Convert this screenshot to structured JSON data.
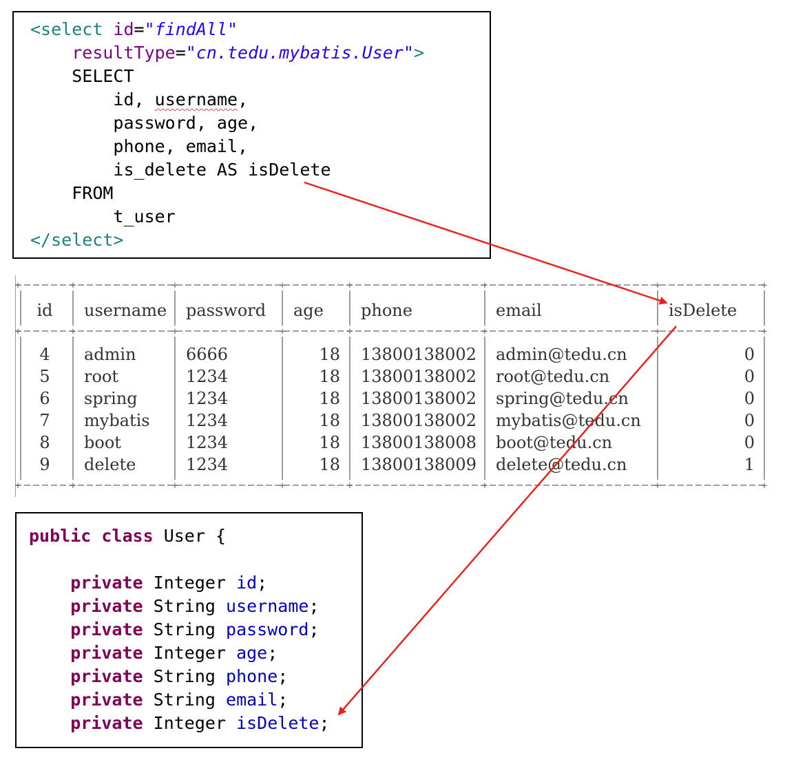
{
  "xml": {
    "open_tag": "<select",
    "id_attr": "id",
    "id_value": "\"findAll\"",
    "result_attr": "resultType",
    "result_value": "\"cn.tedu.mybatis.User\"",
    "gt": ">",
    "select_kw": "SELECT",
    "line_cols1_a": "id, ",
    "line_cols1_b": "username",
    "line_cols1_c": ",",
    "line_cols2": "password, age,",
    "line_cols3": "phone, email,",
    "line_cols4": "is_delete AS isDelete",
    "from_kw": "FROM",
    "table_name": "t_user",
    "close_tag": "</select>"
  },
  "table": {
    "columns": [
      "id",
      "username",
      "password",
      "age",
      "phone",
      "email",
      "isDelete"
    ],
    "rows": [
      [
        "4",
        "admin",
        "6666",
        "18",
        "13800138002",
        "admin@tedu.cn",
        "0"
      ],
      [
        "5",
        "root",
        "1234",
        "18",
        "13800138002",
        "root@tedu.cn",
        "0"
      ],
      [
        "6",
        "spring",
        "1234",
        "18",
        "13800138002",
        "spring@tedu.cn",
        "0"
      ],
      [
        "7",
        "mybatis",
        "1234",
        "18",
        "13800138002",
        "mybatis@tedu.cn",
        "0"
      ],
      [
        "8",
        "boot",
        "1234",
        "18",
        "13800138008",
        "boot@tedu.cn",
        "0"
      ],
      [
        "9",
        "delete",
        "1234",
        "18",
        "13800138009",
        "delete@tedu.cn",
        "1"
      ]
    ]
  },
  "java": {
    "kw_public": "public",
    "kw_class": "class",
    "class_name": "User",
    "open_brace": "{",
    "kw_private": "private",
    "fields": [
      {
        "type": "Integer",
        "name": "id"
      },
      {
        "type": "String",
        "name": "username"
      },
      {
        "type": "String",
        "name": "password"
      },
      {
        "type": "Integer",
        "name": "age"
      },
      {
        "type": "String",
        "name": "phone"
      },
      {
        "type": "String",
        "name": "email"
      },
      {
        "type": "Integer",
        "name": "isDelete"
      }
    ],
    "semicolon": ";"
  },
  "colors": {
    "arrow": "#e8231c",
    "tag": "#1f7f82",
    "attribute": "#7f007f",
    "string": "#2a00ff",
    "keyword": "#7f0055",
    "field": "#0000c0"
  },
  "arrows": [
    {
      "from": "xml-isDelete-alias",
      "to": "table-header-isDelete"
    },
    {
      "from": "table-header-isDelete",
      "to": "java-field-isDelete"
    }
  ]
}
